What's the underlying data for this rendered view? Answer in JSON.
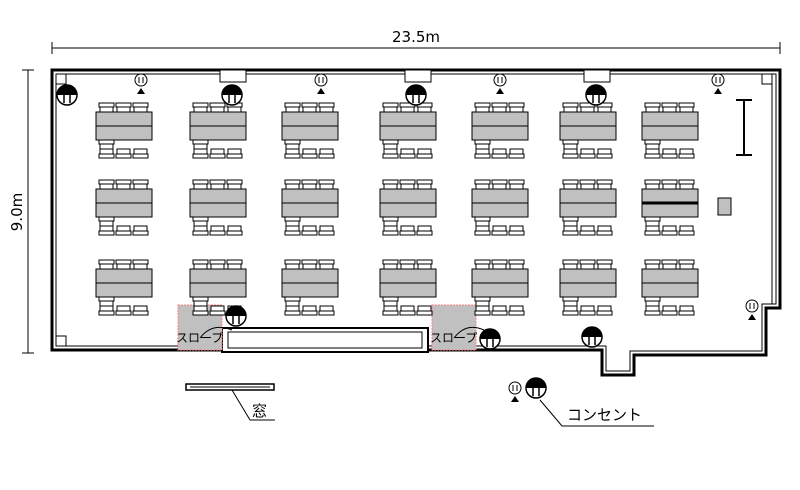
{
  "dimensions": {
    "width_label": "23.5m",
    "height_label": "9.0m"
  },
  "labels": {
    "slope_left": "スロープ",
    "slope_right": "スロープ"
  },
  "legend": {
    "window": "窓",
    "outlet": "コンセント"
  },
  "colors": {
    "wall": "#000000",
    "table": "#c0c0c0",
    "slope": "#c0c0c0",
    "slope_border": "#ff8080"
  },
  "layout": {
    "rows": 3,
    "table_groups_per_row": 7
  }
}
